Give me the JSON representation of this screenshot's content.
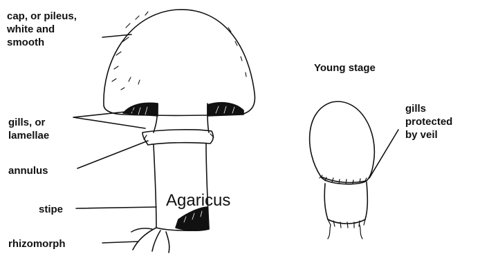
{
  "caption": "Agaricus",
  "young_stage": {
    "title": "Young stage",
    "labels": {
      "gills_veil": [
        "gills",
        "protected",
        "by veil"
      ]
    }
  },
  "mature_labels": {
    "cap": [
      "cap, or pileus,",
      "white and",
      "smooth"
    ],
    "gills": [
      "gills, or",
      "lamellae"
    ],
    "annulus": "annulus",
    "stipe": "stipe",
    "rhizomorph": "rhizomorph"
  },
  "colors": {
    "ink": "#111111",
    "background": "#ffffff"
  }
}
